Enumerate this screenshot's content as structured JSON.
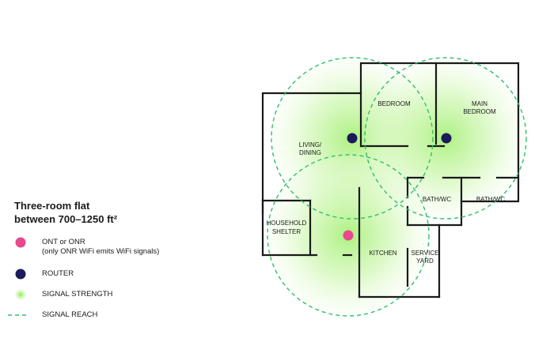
{
  "legend": {
    "title_line1": "Three-room flat",
    "title_line2": "between 700–1250 ft²",
    "items": [
      {
        "label": "ONT or ONR",
        "sublabel": "(only ONR WiFi emits WiFi signals)",
        "color": "#e8488c"
      },
      {
        "label": "ROUTER",
        "color": "#1d1a5b"
      },
      {
        "label": "SIGNAL STRENGTH",
        "color": "#a8f07a"
      },
      {
        "label": "SIGNAL REACH",
        "color": "#2fbf6a"
      }
    ]
  },
  "rooms": {
    "bedroom": "BEDROOM",
    "main_bedroom_1": "MAIN",
    "main_bedroom_2": "BEDROOM",
    "living_1": "LIVING/",
    "living_2": "DINING",
    "bath1": "BATH/WC",
    "bath2": "BATH/WC",
    "shelter_1": "HOUSEHOLD",
    "shelter_2": "SHELTER",
    "kitchen": "KITCHEN",
    "service_1": "SERVICE",
    "service_2": "YARD"
  },
  "colors": {
    "ont": "#e8488c",
    "router": "#1d1a5b",
    "signal_fill": "#a8f07a",
    "signal_reach": "#2fbf6a",
    "wall": "#1a1a1a"
  }
}
